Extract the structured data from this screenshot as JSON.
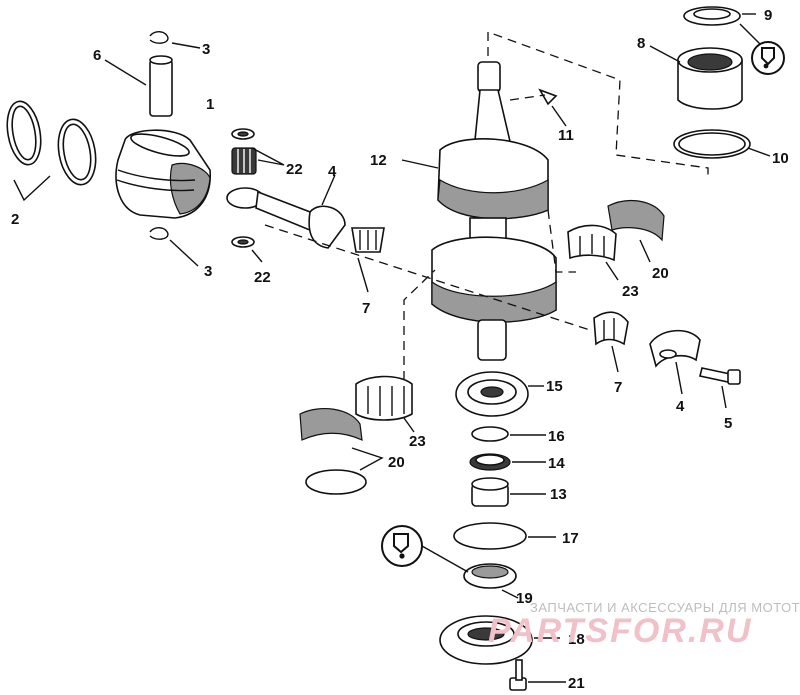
{
  "diagram": {
    "callouts": {
      "piston": "1",
      "rings": "2",
      "clip_top": "3",
      "clip_bottom": "3",
      "rod_right": "4",
      "rod_left": "4",
      "screw": "5",
      "pin": "6",
      "bearing_cage_left": "7",
      "bearing_cage_right": "7",
      "bearing_top": "8",
      "washer_top": "9",
      "ring_top": "10",
      "key": "11",
      "crankshaft": "12",
      "sleeve": "13",
      "seal": "14",
      "ball_bearing": "15",
      "snap_ring": "16",
      "o_ring": "17",
      "retainer": "18",
      "seal_bottom": "19",
      "race_right": "20",
      "race_left": "20",
      "bolt": "21",
      "needle_22": "22",
      "washer_22": "22",
      "cage_23_right": "23",
      "cage_23_left": "23"
    },
    "icons": [
      "lubricant-icon",
      "lubricant-icon"
    ]
  },
  "watermark": {
    "text": "ЗАПЧАСТИ И АКСЕССУАРЫ ДЛЯ МОТОТЕХНИКИ",
    "logo": "PARTSFOR.RU"
  },
  "colors": {
    "ink": "#111111",
    "watermark": "#f2c0c8"
  }
}
